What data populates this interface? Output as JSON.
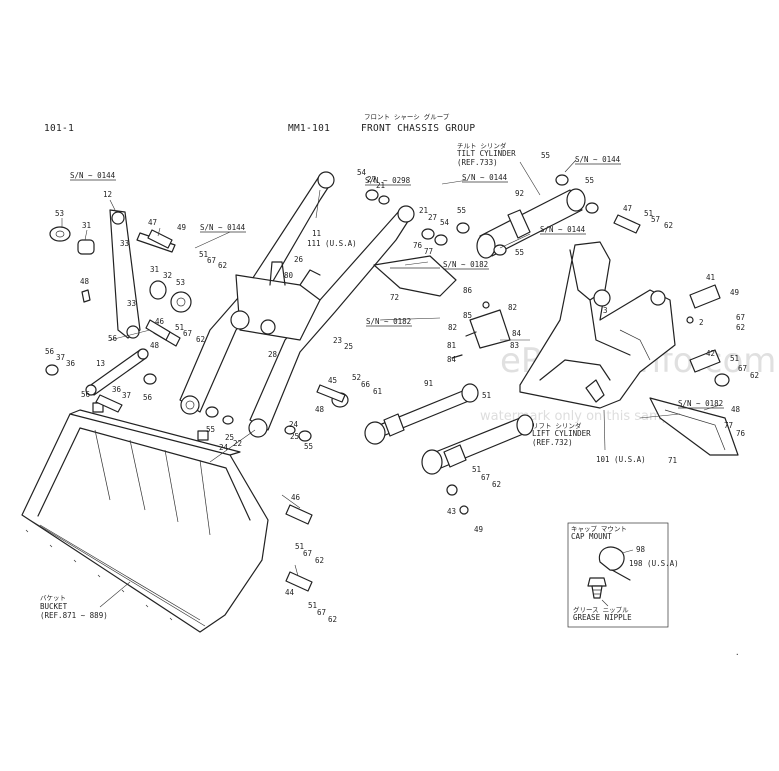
{
  "header": {
    "page_number": "101-1",
    "code": "MM1-101",
    "title_en": "FRONT CHASSIS GROUP",
    "title_jp": "フロント シャーシ グループ"
  },
  "callouts": {
    "tilt_cylinder_jp": "チルト シリンダ",
    "tilt_cylinder": "TILT CYLINDER",
    "tilt_ref": "(REF.733)",
    "lift_cylinder_jp": "リフト シリンダ",
    "lift_cylinder": "LIFT CYLINDER",
    "lift_ref": "(REF.732)",
    "bucket_jp": "バケット",
    "bucket": "BUCKET",
    "bucket_ref": "(REF.871 ~ 889)",
    "cap_mount_jp": "キャップ マウント",
    "cap_mount": "CAP MOUNT",
    "grease_nipple_jp": "グリース ニップル",
    "grease_nipple": "GREASE NIPPLE"
  },
  "serial_notes": {
    "sn_0144_a": "S/N ~ 0144",
    "sn_0144_b": "S/N ~ 0144",
    "sn_0144_c": "S/N ~ 0144",
    "sn_0144_d": "S/N ~ 0144",
    "sn_0144_e": "S/N ~ 0144",
    "sn_0298": "S/N ~ 0298",
    "sn_0182_a": "S/N ~ 0182",
    "sn_0182_b": "S/N ~ 0182",
    "sn_0182_c": "S/N ~ 0182"
  },
  "part_numbers": {
    "p53a": "53",
    "p12": "12",
    "p31a": "31",
    "p33a": "33",
    "p47": "47",
    "p49a": "49",
    "p48a": "48",
    "p31b": "31",
    "p32": "32",
    "p53b": "53",
    "p51a": "51",
    "p67a": "67",
    "p62a": "62",
    "p33b": "33",
    "p46a": "46",
    "p51b": "51",
    "p67b": "67",
    "p62b": "62",
    "p48b": "48",
    "p56a": "56",
    "p37a": "37",
    "p36a": "36",
    "p13": "13",
    "p56b": "56",
    "p56c": "56",
    "p36b": "36",
    "p37b": "37",
    "p56d": "56",
    "p11": "11",
    "p111": "111 (U.S.A)",
    "p26": "26",
    "p80": "80",
    "p28": "28",
    "p54a": "54",
    "p27a": "27",
    "p21a": "21",
    "p21b": "21",
    "p27b": "27",
    "p54b": "54",
    "p76a": "76",
    "p77a": "77",
    "p72": "72",
    "p92": "92",
    "p55a": "55",
    "p55b": "55",
    "p55c": "55",
    "p55d": "55",
    "p47b": "47",
    "p51c": "51",
    "p57": "57",
    "p62c": "62",
    "p86": "86",
    "p85": "85",
    "p82a": "82",
    "p82b": "82",
    "p84a": "84",
    "p81": "81",
    "p83": "83",
    "p84b": "84",
    "p3": "3",
    "p2": "2",
    "p41": "41",
    "p49b": "49",
    "p67c": "67",
    "p62d": "62",
    "p42": "42",
    "p51d": "51",
    "p67d": "67",
    "p62e": "62",
    "p48c": "48",
    "p23": "23",
    "p25a": "25",
    "p45": "45",
    "p52": "52",
    "p66": "66",
    "p61": "61",
    "p48d": "48",
    "p91": "91",
    "p55e": "55",
    "p25b": "25",
    "p24a": "24",
    "p22": "22",
    "p24b": "24",
    "p25c": "25",
    "p55f": "55",
    "p51e": "51",
    "p51f": "51",
    "p67e": "67",
    "p62f": "62",
    "p43": "43",
    "p49c": "49",
    "p101": "101 (U.S.A)",
    "p77b": "77",
    "p76b": "76",
    "p71": "71",
    "p46b": "46",
    "p51g": "51",
    "p67f": "67",
    "p62g": "62",
    "p44": "44",
    "p51h": "51",
    "p67g": "67",
    "p62h": "62",
    "p98": "98",
    "p198": "198 (U.S.A)"
  },
  "watermark": {
    "brand": "eRepairinfo.com",
    "sample": "watermark only on this sample"
  },
  "colors": {
    "ink": "#222222",
    "paper": "#ffffff",
    "watermark": "#c8c8c8"
  }
}
